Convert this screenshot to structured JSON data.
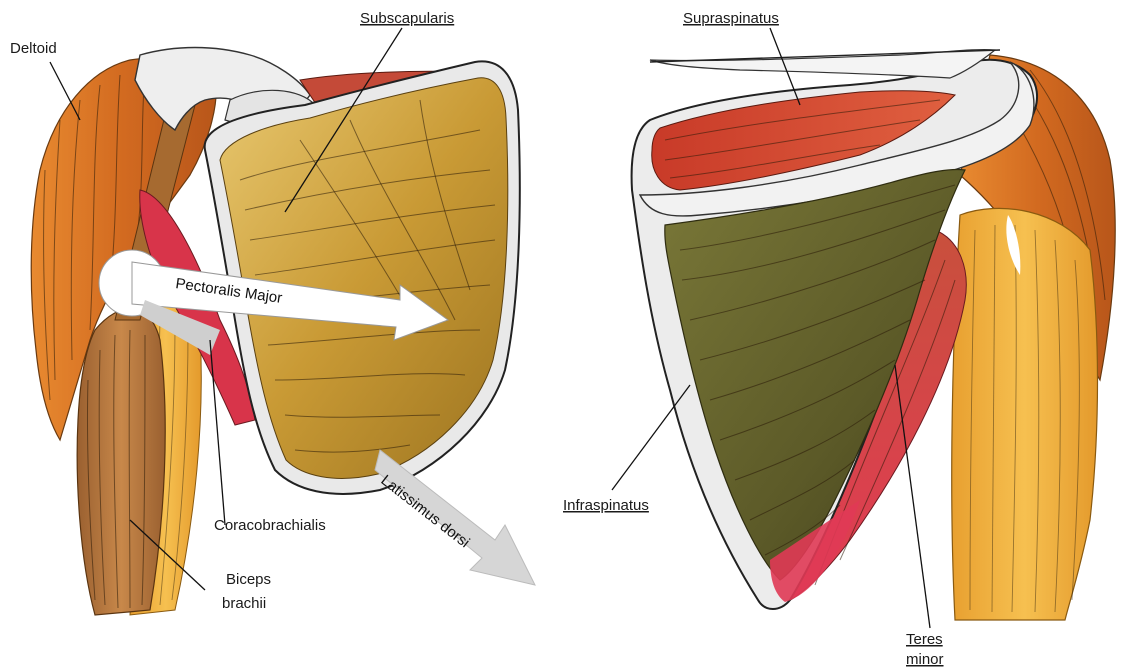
{
  "labels": {
    "deltoid": "Deltoid",
    "subscapularis": "Subscapularis",
    "pectoralis_major": "Pectoralis Major",
    "coracobrachialis": "Coracobrachialis",
    "latissimus_dorsi": "Latissimus dorsi",
    "biceps_line1": "Biceps",
    "biceps_line2": "brachii",
    "supraspinatus": "Supraspinatus",
    "infraspinatus": "Infraspinatus",
    "teres_line1": "Teres",
    "teres_line2": "minor"
  },
  "colors": {
    "deltoid": "#d9772a",
    "subscapularis": "#c89a32",
    "infraspinatus": "#6b6a30",
    "supraspinatus": "#c8402c",
    "teres": "#d94050",
    "bone": "#eeeeee",
    "biceps": "#b97a40",
    "arrow_white": "#ffffff",
    "arrow_grey": "#cfcfcf"
  }
}
